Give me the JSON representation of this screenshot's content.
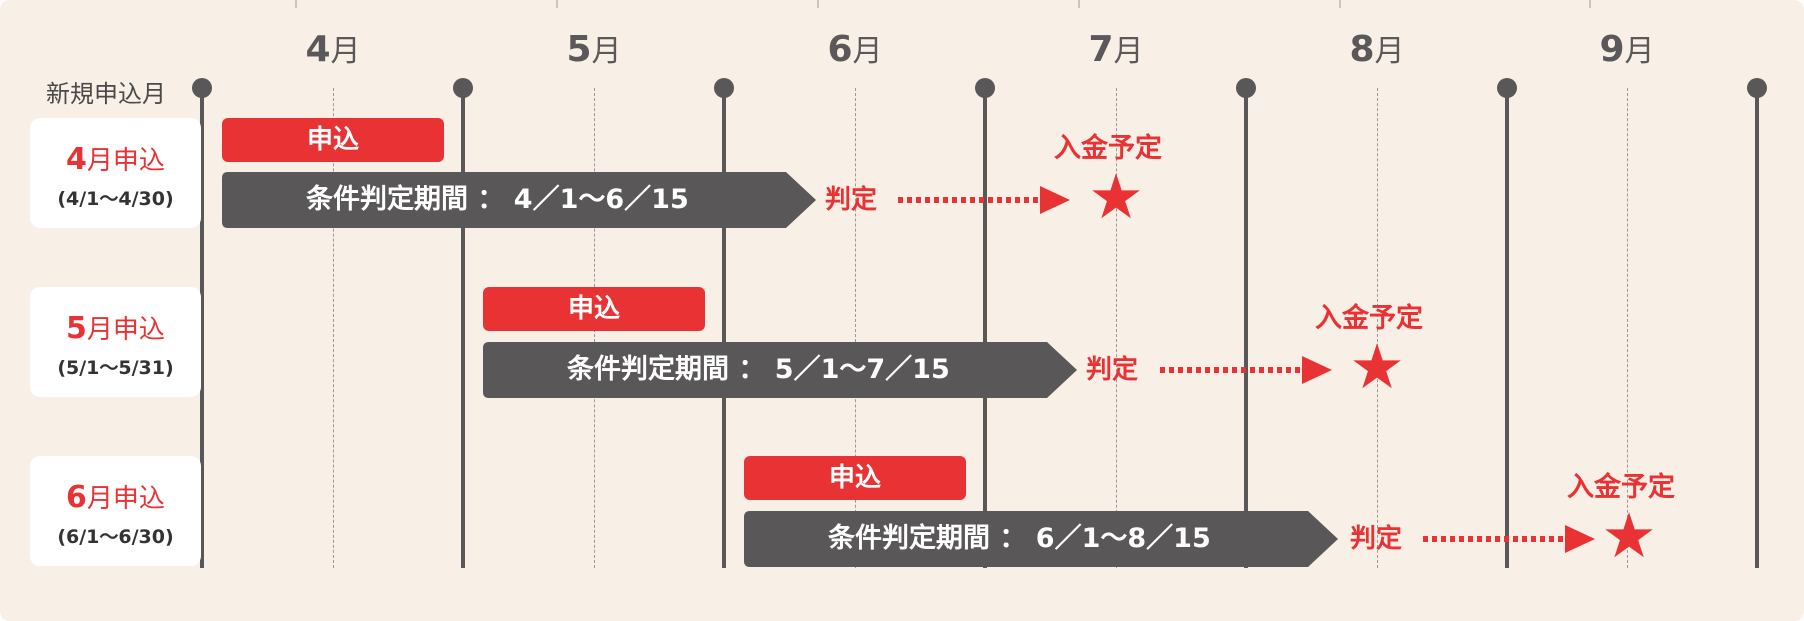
{
  "header": {
    "label": "新規申込月",
    "months": [
      {
        "num": "4",
        "unit": "月"
      },
      {
        "num": "5",
        "unit": "月"
      },
      {
        "num": "6",
        "unit": "月"
      },
      {
        "num": "7",
        "unit": "月"
      },
      {
        "num": "8",
        "unit": "月"
      },
      {
        "num": "9",
        "unit": "月"
      }
    ]
  },
  "rows": [
    {
      "month_num": "4",
      "month_text": "月申込",
      "range": "(4/1〜4/30)",
      "apply_label": "申込",
      "period_text": "条件判定期間 ： 4／1〜6／15",
      "judge_label": "判定",
      "payment_label": "入金予定"
    },
    {
      "month_num": "5",
      "month_text": "月申込",
      "range": "(5/1〜5/31)",
      "apply_label": "申込",
      "period_text": "条件判定期間 ： 5／1〜7／15",
      "judge_label": "判定",
      "payment_label": "入金予定"
    },
    {
      "month_num": "6",
      "month_text": "月申込",
      "range": "(6/1〜6/30)",
      "apply_label": "申込",
      "period_text": "条件判定期間 ： 6／1〜8／15",
      "judge_label": "判定",
      "payment_label": "入金予定"
    }
  ],
  "colors": {
    "background": "#f8efe7",
    "accent_red": "#e83234",
    "dark_bar": "#595757",
    "card": "#ffffff"
  }
}
